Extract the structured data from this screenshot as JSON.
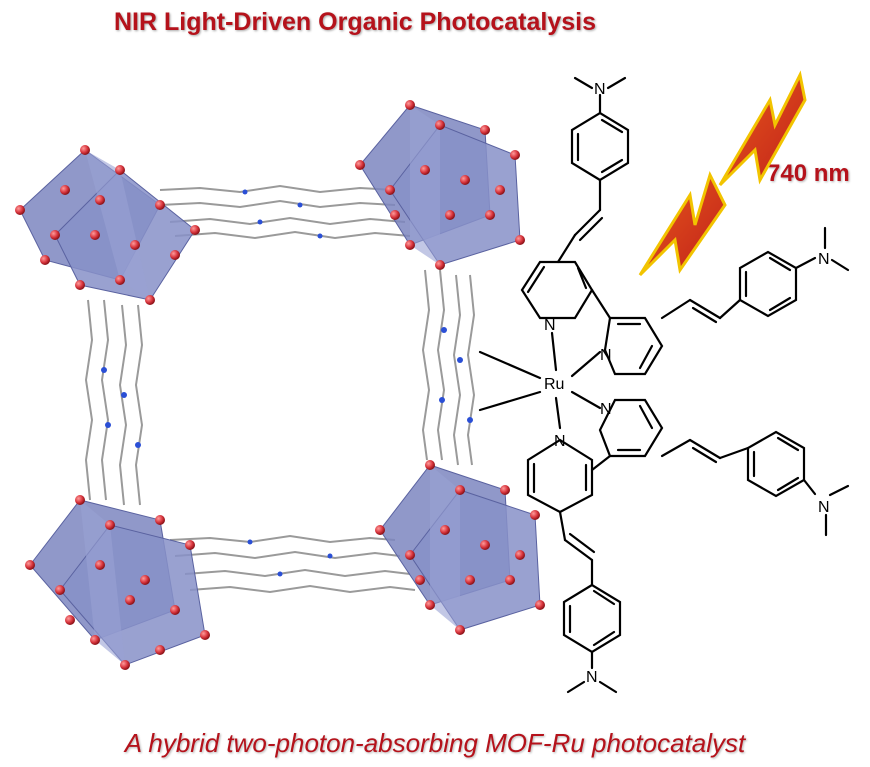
{
  "title": "NIR Light-Driven Organic Photocatalysis",
  "caption": "A hybrid two-photon-absorbing MOF-Ru photocatalyst",
  "wavelength_label": "740 nm",
  "atoms": {
    "metal": "Ru",
    "nitrogen": "N"
  },
  "colors": {
    "title": "#b5121b",
    "octahedron": "#7d86c0",
    "oxygen": "#d9363e",
    "lightning_fill": "#d8341a",
    "lightning_outline": "#f2c400",
    "linker_n": "#2a4fd6"
  }
}
